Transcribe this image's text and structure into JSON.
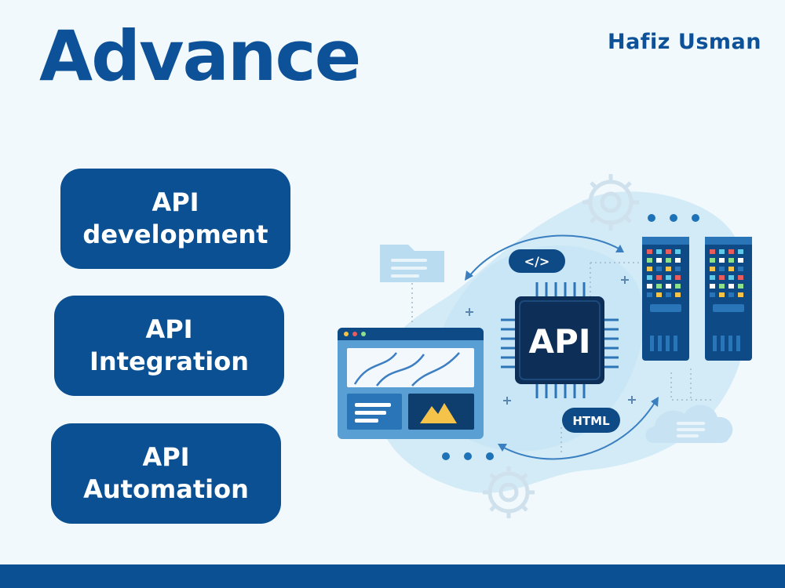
{
  "title": "Advance",
  "author": "Hafiz Usman",
  "services": [
    {
      "line1": "API",
      "line2": "development"
    },
    {
      "line1": "API",
      "line2": "Integration"
    },
    {
      "line1": "API",
      "line2": "Automation"
    }
  ],
  "illustration": {
    "chip_label": "API",
    "code_tag": "</>",
    "html_tag": "HTML"
  },
  "colors": {
    "brand": "#0a5093",
    "background": "#f2f9fc",
    "light_blue": "#cde8f6"
  }
}
